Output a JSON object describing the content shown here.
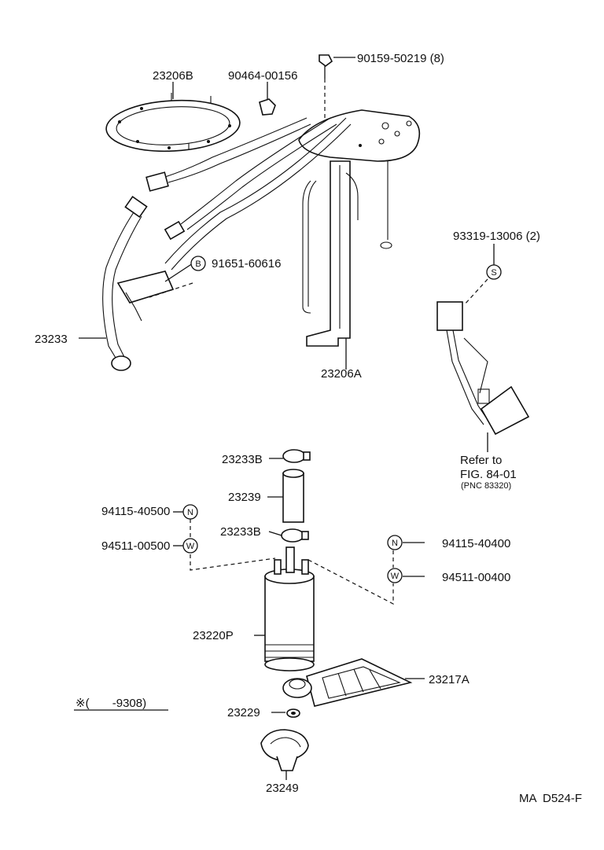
{
  "parts": {
    "p23206B": "23206B",
    "p90464": "90464-00156",
    "p90159": "90159-50219 (8)",
    "p91651": "91651-60616",
    "p23233": "23233",
    "p23206A": "23206A",
    "p93319": "93319-13006 (2)",
    "p23233B_top": "23233B",
    "p23239": "23239",
    "p23233B_bot": "23233B",
    "p94115_40500": "94115-40500",
    "p94511_00500": "94511-00500",
    "p94115_40400": "94115-40400",
    "p94511_00400": "94511-00400",
    "p23220P": "23220P",
    "p23217A": "23217A",
    "p23229": "23229",
    "p23249": "23249"
  },
  "symbols": {
    "B": "B",
    "S": "S",
    "N_left": "N",
    "W_left": "W",
    "N_right": "N",
    "W_right": "W"
  },
  "refer": {
    "line1": "Refer to",
    "line2": "FIG. 84-01",
    "line3": "(PNC 83320)"
  },
  "note": {
    "text": "※(       -9308)"
  },
  "code": {
    "text": "MA  D524-F"
  }
}
